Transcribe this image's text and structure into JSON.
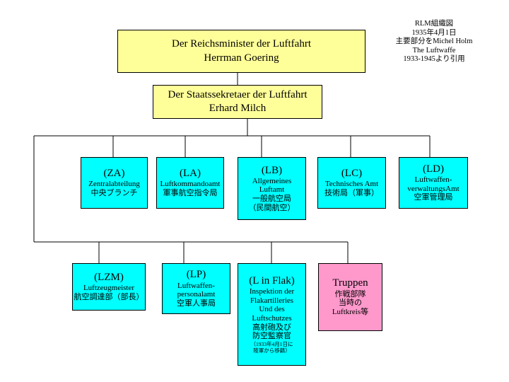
{
  "minister": {
    "line1": "Der Reichsminister der Luftfahrt",
    "line2": "Herrman Goering"
  },
  "secretary": {
    "line1": "Der Staatssekretaer der Luftfahrt",
    "line2": "Erhard Milch"
  },
  "offices_top": [
    {
      "code": "(ZA)",
      "lines": [
        "Zentralabteilung",
        "中央ブランチ"
      ]
    },
    {
      "code": "(LA)",
      "lines": [
        "Luftkommandoamt",
        "軍事航空指令局"
      ]
    },
    {
      "code": "(LB)",
      "lines": [
        "Allgemeines",
        "Luftamt",
        "一般航空局",
        "（民間航空）"
      ]
    },
    {
      "code": "(LC)",
      "lines": [
        "Technisches Amt",
        "技術局（軍事）"
      ]
    },
    {
      "code": "(LD)",
      "lines": [
        "Luftwaffen-",
        "verwaltungsAmt",
        "空軍管理局"
      ]
    }
  ],
  "offices_bottom": [
    {
      "code": "(LZM)",
      "lines": [
        "Luftzeugmeister",
        "航空調達部（部長）"
      ]
    },
    {
      "code": "(LP)",
      "lines": [
        "Luftwaffen-",
        "personalamt",
        "空軍人事局"
      ]
    },
    {
      "code": "(L in Flak)",
      "lines": [
        "Inspektion der",
        "Flakartilleries",
        "Und des",
        "Luftschutzes",
        "高射砲及び",
        "防空監察官"
      ],
      "note": [
        "（1933年4月1日に",
        "陸軍から移籍）"
      ]
    }
  ],
  "troops": {
    "title": "Truppen",
    "lines": [
      "作戦部隊",
      "当時の",
      "Luftkreis等"
    ]
  },
  "source_note": [
    "RLM組織図",
    "1935年4月1日",
    "主要部分をMichel Holm",
    "The Luftwaffe",
    "1933-1945より引用"
  ],
  "colors": {
    "top_level": "#ffff99",
    "office": "#00ffff",
    "troops": "#ff99cc",
    "line": "#000000"
  }
}
